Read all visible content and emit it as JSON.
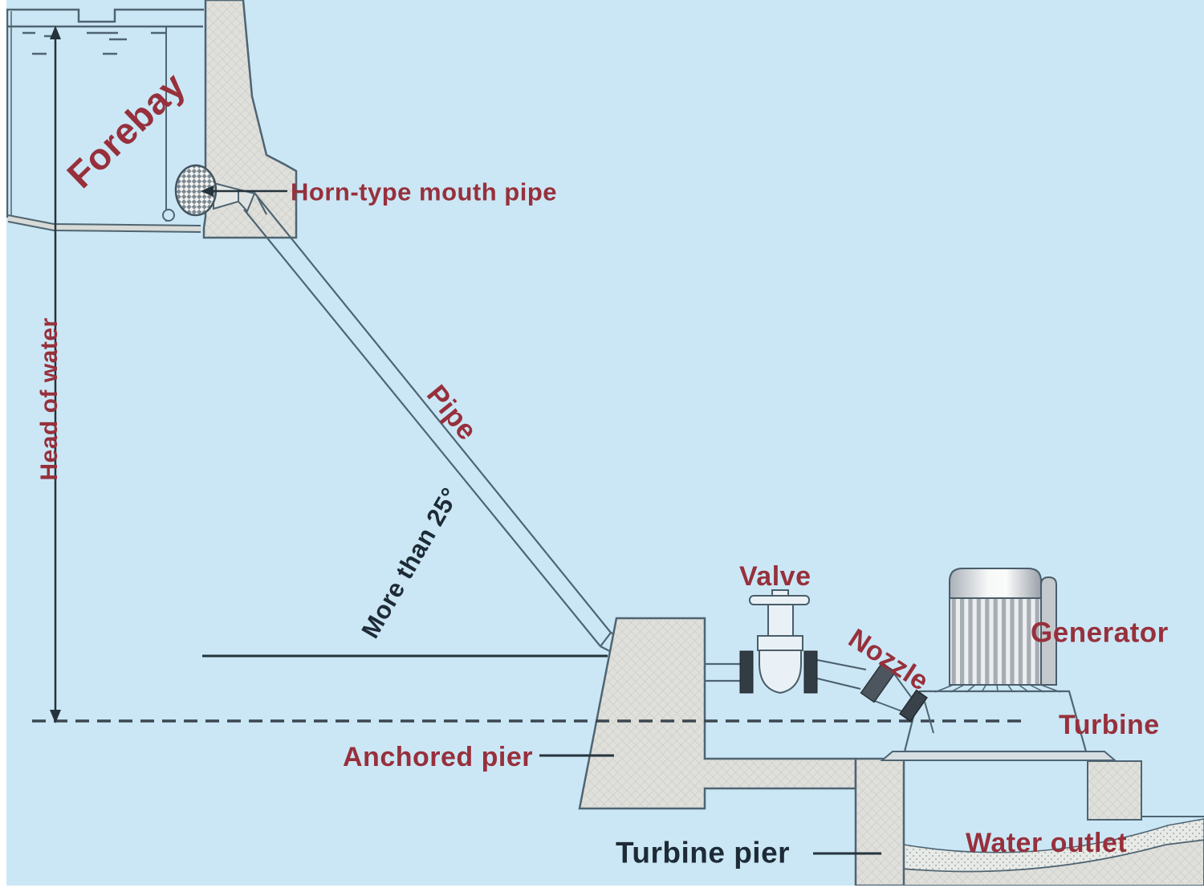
{
  "labels": {
    "forebay": "Forebay",
    "horn_mouth_pipe": "Horn-type mouth pipe",
    "head_of_water": "Head of water",
    "pipe": "Pipe",
    "angle_note": "More than 25°",
    "valve": "Valve",
    "nozzle": "Nozzle",
    "generator": "Generator",
    "turbine": "Turbine",
    "anchored_pier": "Anchored pier",
    "turbine_pier": "Turbine pier",
    "water_outlet": "Water outlet"
  },
  "icons": {
    "head_of_water_arrow": "double-headed-vertical-dimension-arrow",
    "horn_leader_arrow": "left-pointing-leader-arrow"
  },
  "colors": {
    "background": "#cbe7f5",
    "outline": "#4f6472",
    "concrete_fill": "#dfdfdb",
    "label_red": "#97303c",
    "label_dark": "#1d2b36",
    "flange_dark": "#323c44",
    "dashed_line": "#3c4750",
    "dimension_line": "#24333c"
  }
}
